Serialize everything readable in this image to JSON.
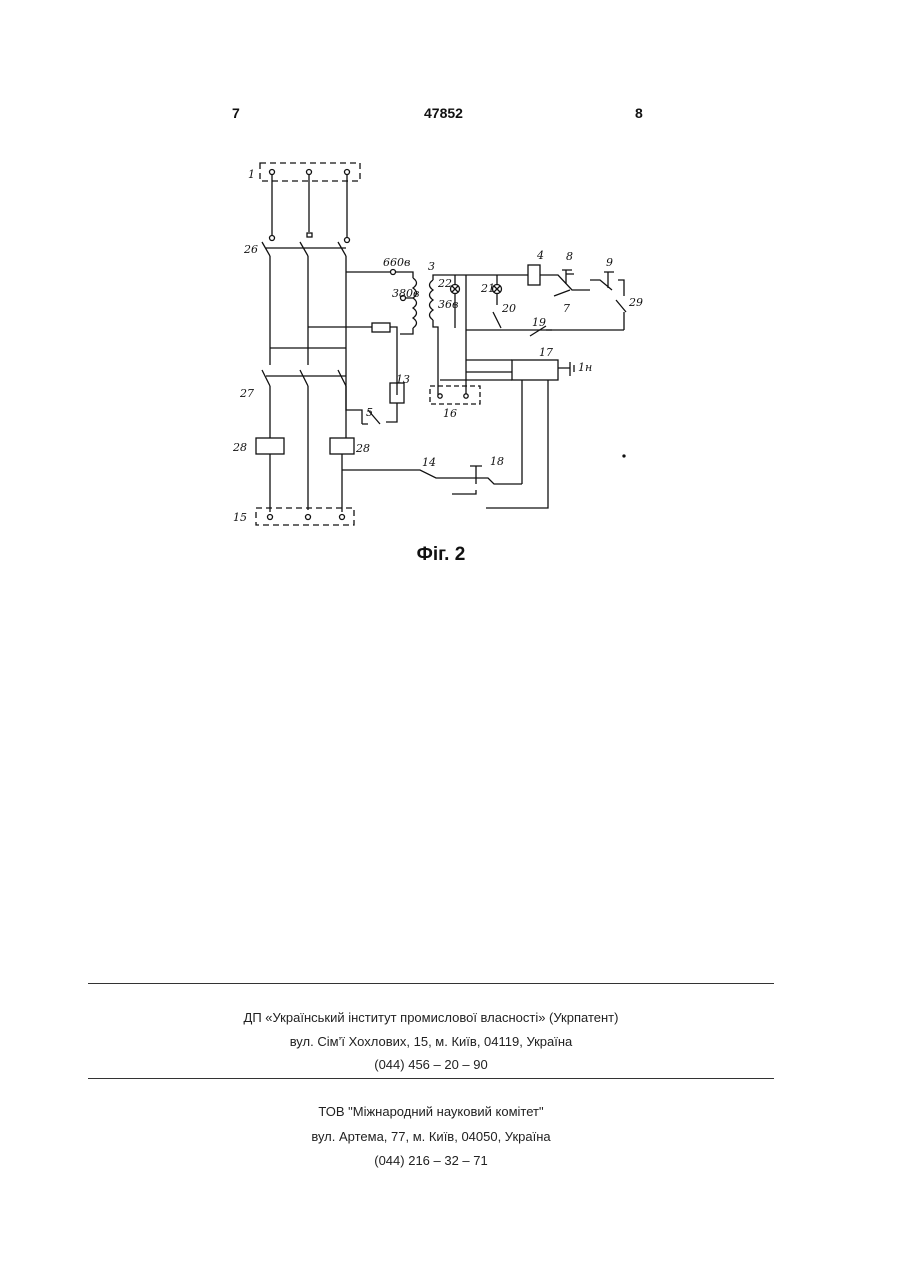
{
  "header": {
    "left": "7",
    "center": "47852",
    "right": "8"
  },
  "figure": {
    "caption": "Фіг. 2",
    "labels": {
      "l1": "1",
      "l26": "26",
      "l3": "3",
      "l660": "660в",
      "l380": "380в",
      "l22": "22",
      "l36": "36в",
      "l21": "21",
      "l20": "20",
      "l4": "4",
      "l8": "8",
      "l7": "7",
      "l9": "9",
      "l29": "29",
      "l19": "19",
      "l17": "17",
      "l16": "16",
      "l13": "13",
      "l5": "5",
      "l27": "27",
      "l28a": "28",
      "l28b": "28",
      "l14": "14",
      "l18": "18",
      "l15": "15",
      "l1n": "1н"
    }
  },
  "footer": {
    "org1": {
      "name": "ДП «Український інститут промислової власності» (Укрпатент)",
      "address": "вул. Сім’ї Хохлових, 15, м. Київ, 04119, Україна",
      "phone": "(044) 456 – 20 – 90"
    },
    "org2": {
      "name": "ТОВ \"Міжнародний науковий комітет\"",
      "address": "вул. Артема, 77, м. Київ, 04050, Україна",
      "phone": "(044) 216 – 32 – 71"
    }
  }
}
